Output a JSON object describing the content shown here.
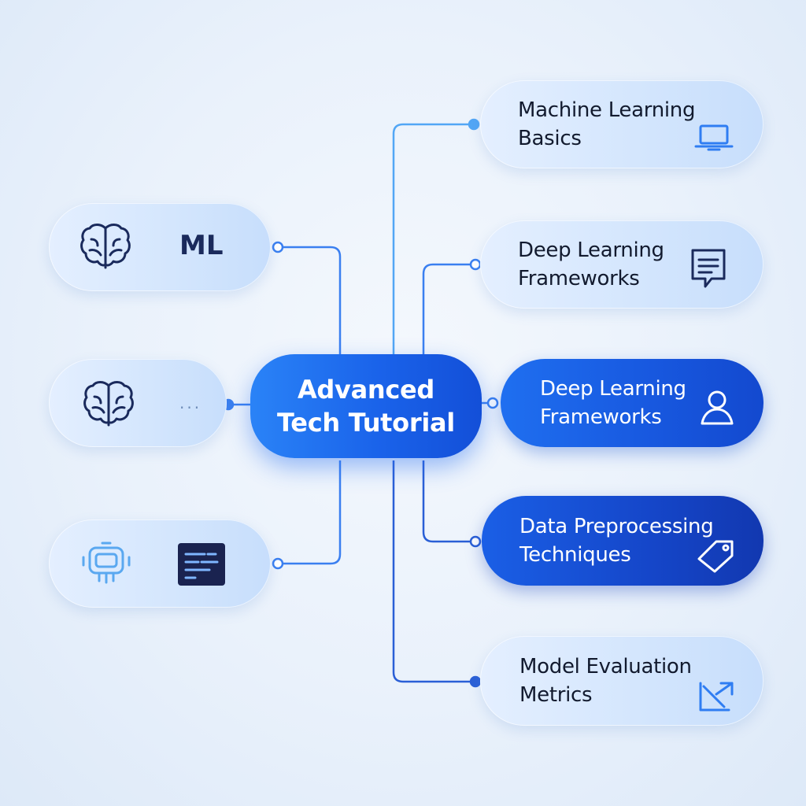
{
  "center_node": {
    "label": "Advanced\nTech Tutorial"
  },
  "left_nodes": [
    {
      "label": "ML",
      "icon": "brain-icon"
    },
    {
      "label": "...",
      "icon": "brain-icon"
    },
    {
      "icon": "robot-icon",
      "icon2": "code-editor-icon"
    }
  ],
  "right_nodes": [
    {
      "label": "Machine Learning\nBasics",
      "icon": "laptop-icon"
    },
    {
      "label": "Deep Learning\nFrameworks",
      "icon": "document-icon"
    },
    {
      "label": "Deep Learning\nFrameworks",
      "icon": "user-icon"
    },
    {
      "label": "Data Preprocessing\nTechniques",
      "icon": "tag-icon"
    },
    {
      "label": "Model Evaluation\nMetrics",
      "icon": "pen-ruler-icon"
    }
  ],
  "colors": {
    "line": "#3a7ff0",
    "center": "#1a63ea",
    "node_light": "#d4e6fd",
    "node_dark": "#1546c9",
    "icon_dark": "#1a2a5c",
    "icon_blue": "#2f7df2"
  }
}
